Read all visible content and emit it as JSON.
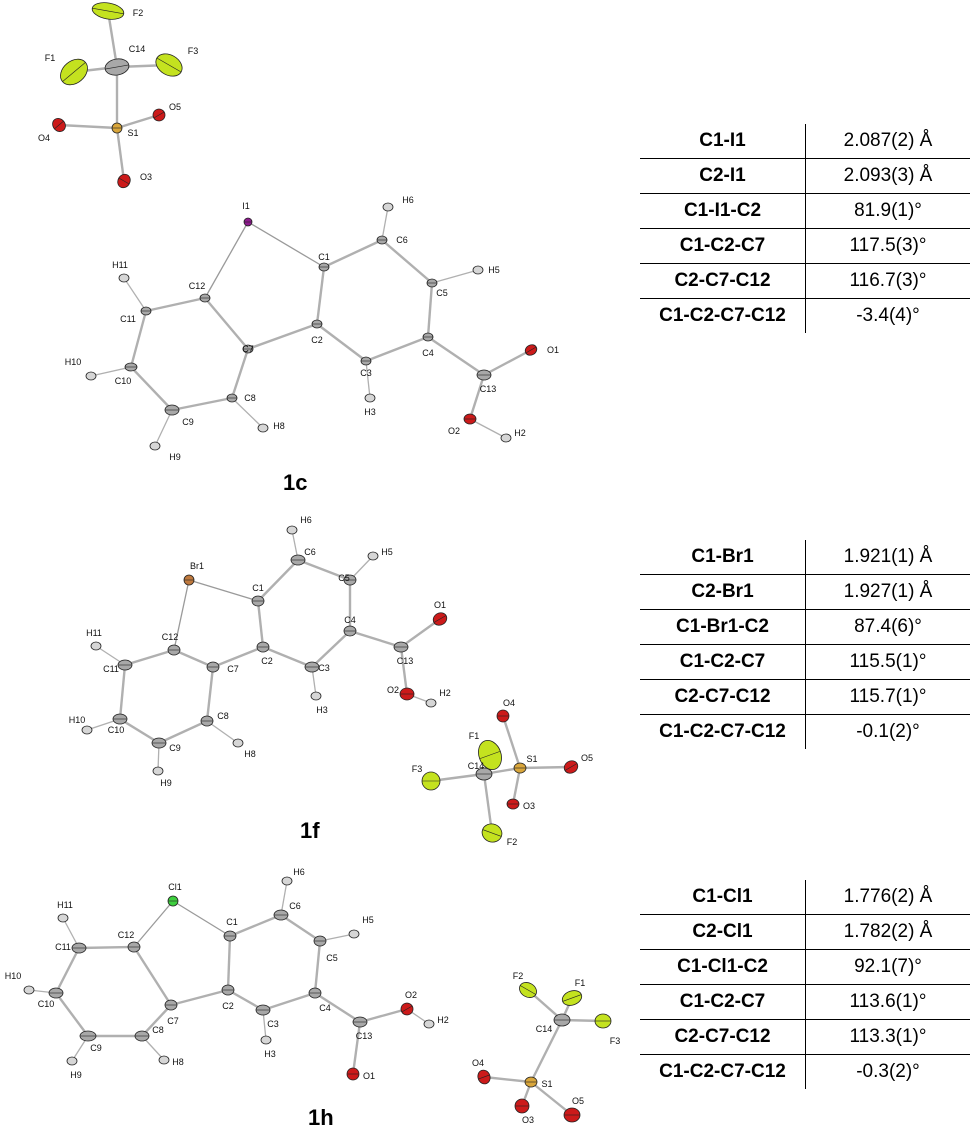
{
  "panels": [
    {
      "label": "1c",
      "rows": [
        {
          "param": "C1-I1",
          "value": "2.087(2) Å"
        },
        {
          "param": "C2-I1",
          "value": "2.093(3) Å"
        },
        {
          "param": "C1-I1-C2",
          "value": "81.9(1)°"
        },
        {
          "param": "C1-C2-C7",
          "value": "117.5(3)°"
        },
        {
          "param": "C2-C7-C12",
          "value": "116.7(3)°"
        },
        {
          "param": "C1-C2-C7-C12",
          "value": "-3.4(4)°"
        }
      ]
    },
    {
      "label": "1f",
      "rows": [
        {
          "param": "C1-Br1",
          "value": "1.921(1) Å"
        },
        {
          "param": "C2-Br1",
          "value": "1.927(1) Å"
        },
        {
          "param": "C1-Br1-C2",
          "value": "87.4(6)°"
        },
        {
          "param": "C1-C2-C7",
          "value": "115.5(1)°"
        },
        {
          "param": "C2-C7-C12",
          "value": "115.7(1)°"
        },
        {
          "param": "C1-C2-C7-C12",
          "value": "-0.1(2)°"
        }
      ]
    },
    {
      "label": "1h",
      "rows": [
        {
          "param": "C1-Cl1",
          "value": "1.776(2) Å"
        },
        {
          "param": "C2-Cl1",
          "value": "1.782(2) Å"
        },
        {
          "param": "C1-Cl1-C2",
          "value": "92.1(7)°"
        },
        {
          "param": "C1-C2-C7",
          "value": "113.6(1)°"
        },
        {
          "param": "C2-C7-C12",
          "value": "113.3(1)°"
        },
        {
          "param": "C1-C2-C7-C12",
          "value": "-0.3(2)°"
        }
      ]
    }
  ],
  "molecules": [
    {
      "atoms": [
        {
          "id": "I1",
          "kind": "I"
        },
        {
          "id": "C1",
          "kind": "C"
        },
        {
          "id": "C2",
          "kind": "C"
        },
        {
          "id": "C3",
          "kind": "C"
        },
        {
          "id": "C4",
          "kind": "C"
        },
        {
          "id": "C5",
          "kind": "C"
        },
        {
          "id": "C6",
          "kind": "C"
        },
        {
          "id": "C7",
          "kind": "C"
        },
        {
          "id": "C8",
          "kind": "C"
        },
        {
          "id": "C9",
          "kind": "C"
        },
        {
          "id": "C10",
          "kind": "C"
        },
        {
          "id": "C11",
          "kind": "C"
        },
        {
          "id": "C12",
          "kind": "C"
        },
        {
          "id": "C13",
          "kind": "C"
        },
        {
          "id": "O1",
          "kind": "O"
        },
        {
          "id": "O2",
          "kind": "O"
        },
        {
          "id": "H2",
          "kind": "H"
        },
        {
          "id": "H3",
          "kind": "H"
        },
        {
          "id": "H5",
          "kind": "H"
        },
        {
          "id": "H6",
          "kind": "H"
        },
        {
          "id": "H8",
          "kind": "H"
        },
        {
          "id": "H9",
          "kind": "H"
        },
        {
          "id": "H10",
          "kind": "H"
        },
        {
          "id": "H11",
          "kind": "H"
        },
        {
          "id": "C14",
          "kind": "C"
        },
        {
          "id": "F1",
          "kind": "F"
        },
        {
          "id": "F2",
          "kind": "F"
        },
        {
          "id": "F3",
          "kind": "F"
        },
        {
          "id": "S1",
          "kind": "S"
        },
        {
          "id": "O3",
          "kind": "O"
        },
        {
          "id": "O4",
          "kind": "O"
        },
        {
          "id": "O5",
          "kind": "O"
        }
      ]
    },
    {
      "atoms": [
        {
          "id": "Br1",
          "kind": "Br"
        },
        {
          "id": "C1",
          "kind": "C"
        },
        {
          "id": "C2",
          "kind": "C"
        },
        {
          "id": "C3",
          "kind": "C"
        },
        {
          "id": "C4",
          "kind": "C"
        },
        {
          "id": "C5",
          "kind": "C"
        },
        {
          "id": "C6",
          "kind": "C"
        },
        {
          "id": "C7",
          "kind": "C"
        },
        {
          "id": "C8",
          "kind": "C"
        },
        {
          "id": "C9",
          "kind": "C"
        },
        {
          "id": "C10",
          "kind": "C"
        },
        {
          "id": "C11",
          "kind": "C"
        },
        {
          "id": "C12",
          "kind": "C"
        },
        {
          "id": "C13",
          "kind": "C"
        },
        {
          "id": "O1",
          "kind": "O"
        },
        {
          "id": "O2",
          "kind": "O"
        },
        {
          "id": "H2",
          "kind": "H"
        },
        {
          "id": "H3",
          "kind": "H"
        },
        {
          "id": "H5",
          "kind": "H"
        },
        {
          "id": "H6",
          "kind": "H"
        },
        {
          "id": "H8",
          "kind": "H"
        },
        {
          "id": "H9",
          "kind": "H"
        },
        {
          "id": "H10",
          "kind": "H"
        },
        {
          "id": "H11",
          "kind": "H"
        },
        {
          "id": "C14",
          "kind": "C"
        },
        {
          "id": "F1",
          "kind": "F"
        },
        {
          "id": "F2",
          "kind": "F"
        },
        {
          "id": "F3",
          "kind": "F"
        },
        {
          "id": "S1",
          "kind": "S"
        },
        {
          "id": "O3",
          "kind": "O"
        },
        {
          "id": "O4",
          "kind": "O"
        },
        {
          "id": "O5",
          "kind": "O"
        }
      ]
    },
    {
      "atoms": [
        {
          "id": "Cl1",
          "kind": "Cl"
        },
        {
          "id": "C1",
          "kind": "C"
        },
        {
          "id": "C2",
          "kind": "C"
        },
        {
          "id": "C3",
          "kind": "C"
        },
        {
          "id": "C4",
          "kind": "C"
        },
        {
          "id": "C5",
          "kind": "C"
        },
        {
          "id": "C6",
          "kind": "C"
        },
        {
          "id": "C7",
          "kind": "C"
        },
        {
          "id": "C8",
          "kind": "C"
        },
        {
          "id": "C9",
          "kind": "C"
        },
        {
          "id": "C10",
          "kind": "C"
        },
        {
          "id": "C11",
          "kind": "C"
        },
        {
          "id": "C12",
          "kind": "C"
        },
        {
          "id": "C13",
          "kind": "C"
        },
        {
          "id": "O1",
          "kind": "O"
        },
        {
          "id": "O2",
          "kind": "O"
        },
        {
          "id": "H2",
          "kind": "H"
        },
        {
          "id": "H3",
          "kind": "H"
        },
        {
          "id": "H5",
          "kind": "H"
        },
        {
          "id": "H6",
          "kind": "H"
        },
        {
          "id": "H8",
          "kind": "H"
        },
        {
          "id": "H9",
          "kind": "H"
        },
        {
          "id": "H10",
          "kind": "H"
        },
        {
          "id": "H11",
          "kind": "H"
        },
        {
          "id": "C14",
          "kind": "C"
        },
        {
          "id": "F1",
          "kind": "F"
        },
        {
          "id": "F2",
          "kind": "F"
        },
        {
          "id": "F3",
          "kind": "F"
        },
        {
          "id": "S1",
          "kind": "S"
        },
        {
          "id": "O3",
          "kind": "O"
        },
        {
          "id": "O4",
          "kind": "O"
        },
        {
          "id": "O5",
          "kind": "O"
        }
      ]
    }
  ],
  "colors": {
    "C": "#a8a8a8",
    "H": "#d6d6d6",
    "O": "#cc1a1a",
    "S": "#d9a63b",
    "F": "#c4e21f",
    "I": "#8e1a8e",
    "Br": "#c07a3e",
    "Cl": "#3ecf3e",
    "bond": "#b0b0b0",
    "line": "#000000"
  }
}
